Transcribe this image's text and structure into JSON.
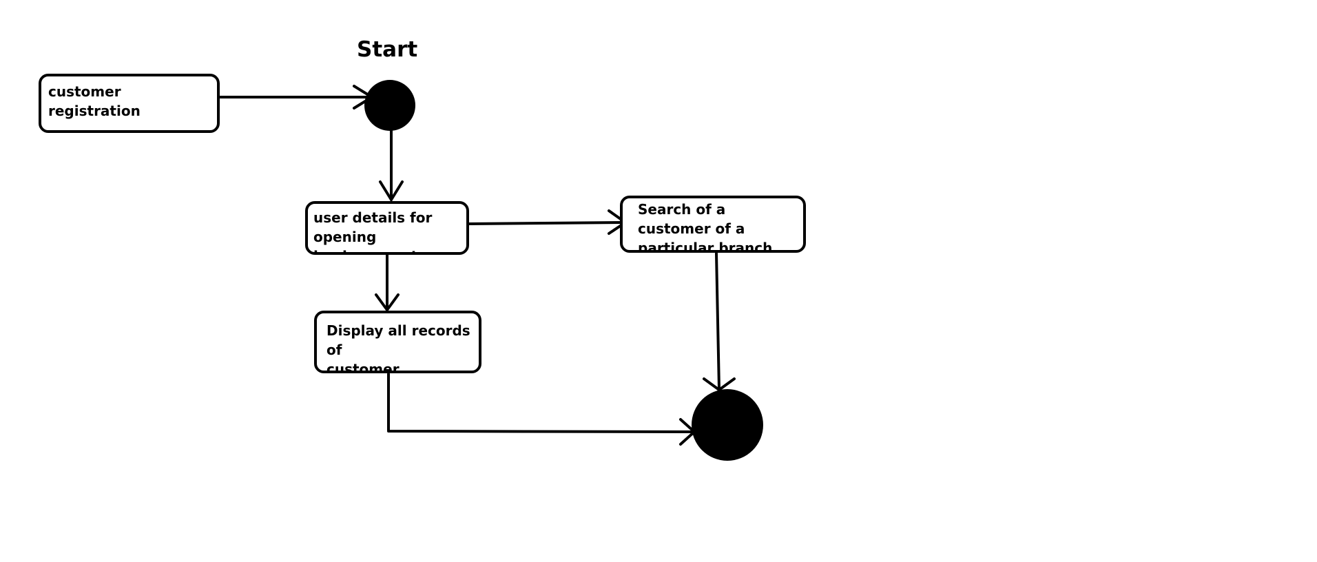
{
  "diagram": {
    "type": "activity-diagram",
    "title": "Start",
    "stroke_color": "#000000",
    "background_color": "#ffffff",
    "nodes": {
      "start": {
        "kind": "initial-node"
      },
      "customer_registration": {
        "kind": "activity",
        "label": "customer registration"
      },
      "user_details": {
        "kind": "activity",
        "label": "user details for opening\nbank account"
      },
      "search_customer": {
        "kind": "activity",
        "label": "Search of a customer of a\nparticular branch"
      },
      "display_records": {
        "kind": "activity",
        "label": "Display all records of\ncustomer"
      },
      "end": {
        "kind": "final-node"
      }
    },
    "edges": [
      {
        "from": "customer_registration",
        "to": "start"
      },
      {
        "from": "start",
        "to": "user_details"
      },
      {
        "from": "user_details",
        "to": "search_customer"
      },
      {
        "from": "user_details",
        "to": "display_records"
      },
      {
        "from": "search_customer",
        "to": "end"
      },
      {
        "from": "display_records",
        "to": "end"
      }
    ]
  }
}
